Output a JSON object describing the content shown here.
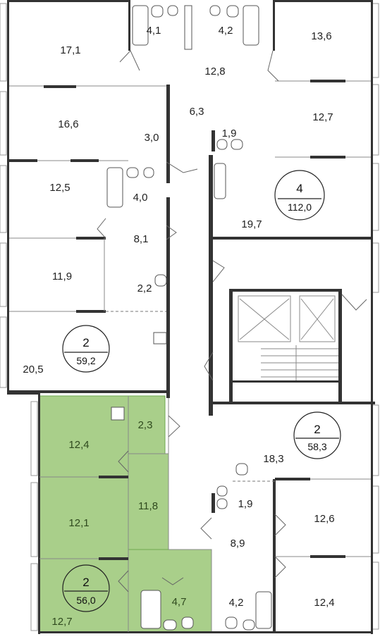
{
  "colors": {
    "highlight_fill": "#a9cf8a",
    "highlight_stroke": "#6fa84f",
    "wall": "#333333",
    "background": "#ffffff"
  },
  "rooms": {
    "r_17_1": "17,1",
    "r_4_1": "4,1",
    "r_4_2_top": "4,2",
    "r_13_6": "13,6",
    "r_12_8": "12,8",
    "r_16_6": "16,6",
    "r_6_3": "6,3",
    "r_12_7_top": "12,7",
    "r_3_0": "3,0",
    "r_1_9_top": "1,9",
    "r_12_5": "12,5",
    "r_4_0": "4,0",
    "r_19_7": "19,7",
    "r_8_1": "8,1",
    "r_11_9": "11,9",
    "r_2_2": "2,2",
    "r_20_5": "20,5",
    "r_12_4_hl": "12,4",
    "r_2_3_hl": "2,3",
    "r_18_3": "18,3",
    "r_12_1_hl": "12,1",
    "r_11_8_hl": "11,8",
    "r_1_9_bottom": "1,9",
    "r_12_6": "12,6",
    "r_8_9": "8,9",
    "r_4_7_hl": "4,7",
    "r_4_2_bottom": "4,2",
    "r_12_7_hl": "12,7",
    "r_12_4_bottom": "12,4"
  },
  "apartments": {
    "a_top_right": {
      "rooms": "4",
      "area": "112,0"
    },
    "a_left_middle": {
      "rooms": "2",
      "area": "59,2"
    },
    "a_right_lower": {
      "rooms": "2",
      "area": "58,3"
    },
    "a_highlighted": {
      "rooms": "2",
      "area": "56,0"
    }
  }
}
